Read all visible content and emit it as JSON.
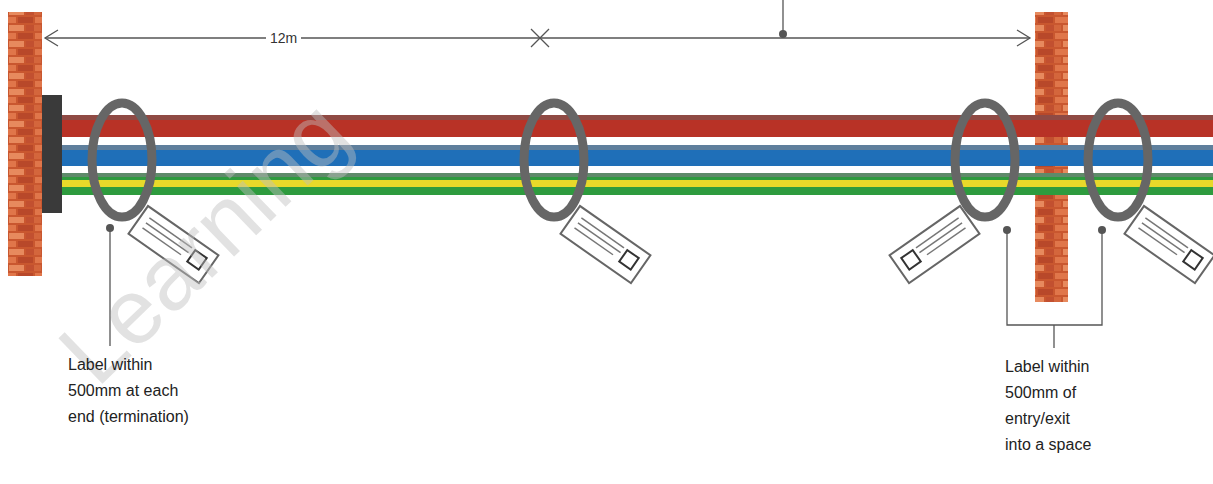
{
  "diagram": {
    "labels": [
      "Learning",
      "12m",
      "Label within 500mm at each end (termination)",
      "Label within 500mm of entry/exit into a space"
    ]
  }
}
